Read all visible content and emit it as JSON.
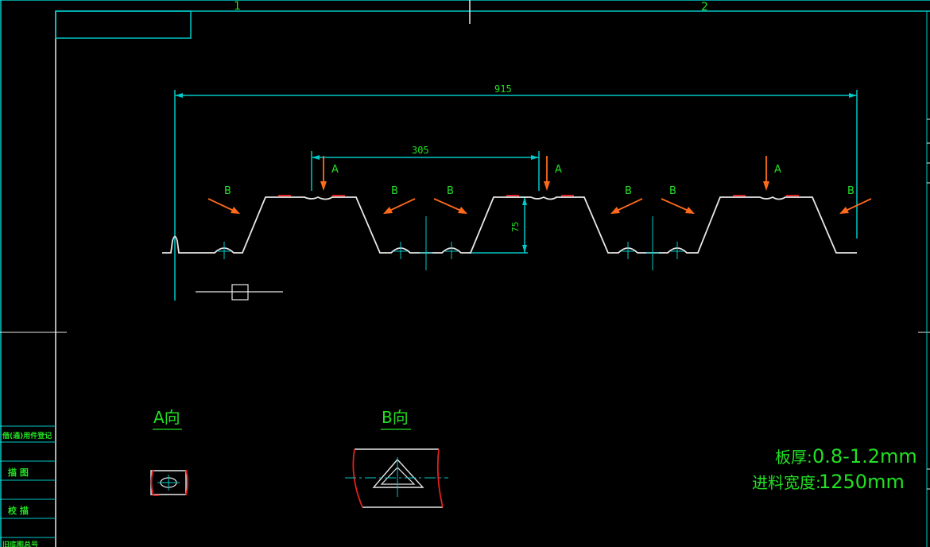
{
  "colors": {
    "background": "#000000",
    "frame": "#00c8c8",
    "profile": "#e8e8e8",
    "dimension": "#00c8c8",
    "arrow": "#ff6a1a",
    "highlight": "#e02020",
    "text": "#22e022"
  },
  "zones": {
    "z1": "1",
    "z2": "2"
  },
  "dimensions": {
    "overall": "915",
    "pitch": "305",
    "height": "75"
  },
  "view_marks": {
    "a": "A",
    "b": "B"
  },
  "detail_views": {
    "a_title": "A向",
    "b_title": "B向"
  },
  "specs": {
    "thickness_label": "板厚:",
    "thickness_value": "0.8-1.2mm",
    "width_label": "进料宽度:",
    "width_value": "1250mm"
  },
  "side_table": [
    "借(通)用件登记",
    "描 图",
    "校 描",
    "旧底图总号"
  ]
}
